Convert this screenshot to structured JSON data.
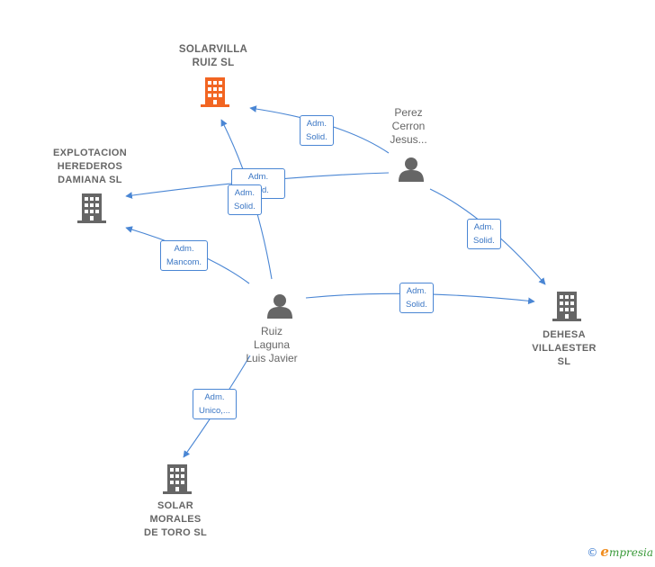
{
  "companies": {
    "solarvilla": {
      "line1": "SOLARVILLA",
      "line2": "RUIZ  SL",
      "color": "#f26522"
    },
    "explotacion": {
      "line1": "EXPLOTACION",
      "line2": "HEREDEROS",
      "line3": "DAMIANA  SL"
    },
    "dehesa": {
      "line1": "DEHESA",
      "line2": "VILLAESTER",
      "line3": "SL"
    },
    "solar_morales": {
      "line1": "SOLAR",
      "line2": "MORALES",
      "line3": "DE TORO SL"
    }
  },
  "persons": {
    "perez": {
      "line1": "Perez",
      "line2": "Cerron",
      "line3": "Jesus..."
    },
    "ruiz": {
      "line1": "Ruiz",
      "line2": "Laguna",
      "line3": "Luis Javier"
    }
  },
  "edges": {
    "perez_solarvilla": {
      "line1": "Adm.",
      "line2": "Solid."
    },
    "perez_explotacion": {
      "line1": "Adm.",
      "line2": "Solid."
    },
    "ruiz_solarvilla": {
      "line1": "Adm.",
      "line2": "Solid."
    },
    "perez_dehesa": {
      "line1": "Adm.",
      "line2": "Solid."
    },
    "ruiz_explotacion": {
      "line1": "Adm.",
      "line2": "Mancom."
    },
    "ruiz_dehesa": {
      "line1": "Adm.",
      "line2": "Solid."
    },
    "ruiz_solar_morales": {
      "line1": "Adm.",
      "line2": "Unico,..."
    }
  },
  "colors": {
    "edge": "#4a86d4",
    "building": "#666666",
    "person": "#666666",
    "main_building": "#f26522"
  },
  "footer": {
    "copyright": "©",
    "brand_initial": "e",
    "brand_rest": "mpresia"
  }
}
